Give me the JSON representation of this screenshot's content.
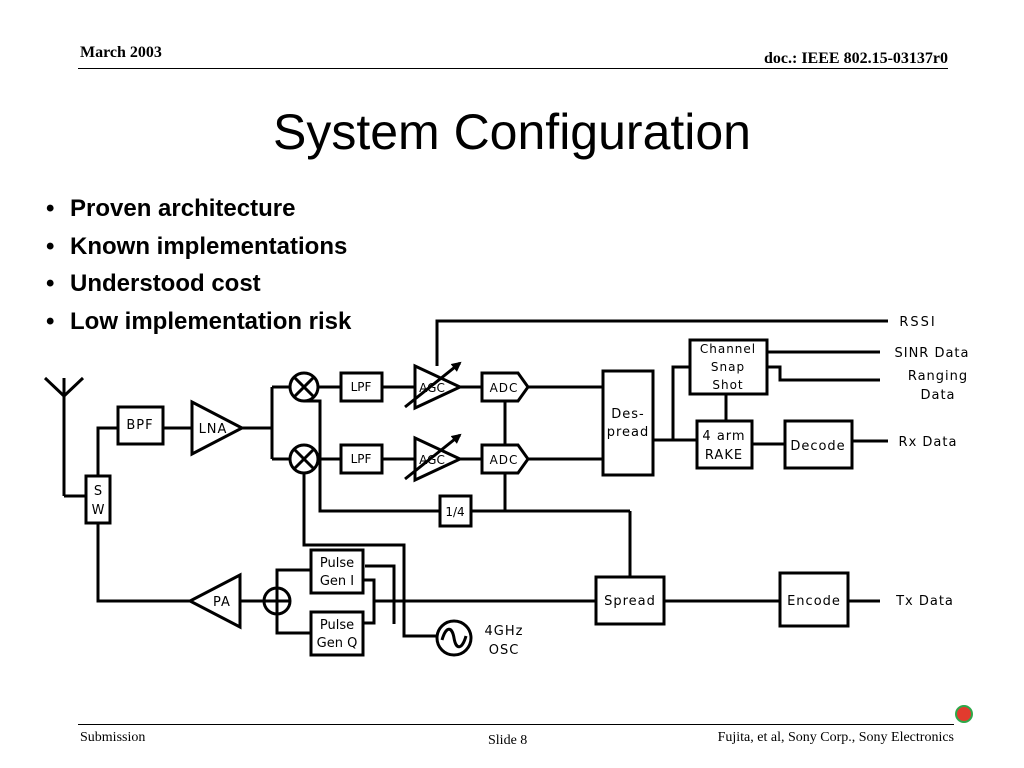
{
  "header": {
    "date": "March 2003",
    "doc_id": "doc.: IEEE 802.15-03137r0"
  },
  "title": "System Configuration",
  "bullets": [
    "Proven architecture",
    "Known implementations",
    "Understood cost",
    "Low implementation risk"
  ],
  "diagram": {
    "blocks": {
      "bpf": "BPF",
      "lna": "LNA",
      "sw_top": "S",
      "sw_bottom": "W",
      "lpf_i": "LPF",
      "lpf_q": "LPF",
      "agc_i": "AGC",
      "agc_q": "AGC",
      "adc_i": "ADC",
      "adc_q": "ADC",
      "despread_1": "Des-",
      "despread_2": "pread",
      "channel_1": "Channel",
      "channel_2": "Snap",
      "channel_3": "Shot",
      "rake_1": "4 arm",
      "rake_2": "RAKE",
      "decode": "Decode",
      "divider": "1/4",
      "pulse_i_1": "Pulse",
      "pulse_i_2": "Gen I",
      "pulse_q_1": "Pulse",
      "pulse_q_2": "Gen Q",
      "pa": "PA",
      "spread": "Spread",
      "encode": "Encode",
      "osc_1": "4GHz",
      "osc_2": "OSC"
    },
    "outputs": {
      "rssi": "RSSI",
      "sinr": "SINR Data",
      "ranging_1": "Ranging",
      "ranging_2": "Data",
      "rx": "Rx Data",
      "tx": "Tx Data"
    }
  },
  "footer": {
    "left": "Submission",
    "center": "Slide 8",
    "right": "Fujita, et al, Sony Corp., Sony Electronics"
  },
  "colors": {
    "nav_dot_fill": "#e23b2e",
    "nav_dot_ring": "#2fa84a"
  }
}
